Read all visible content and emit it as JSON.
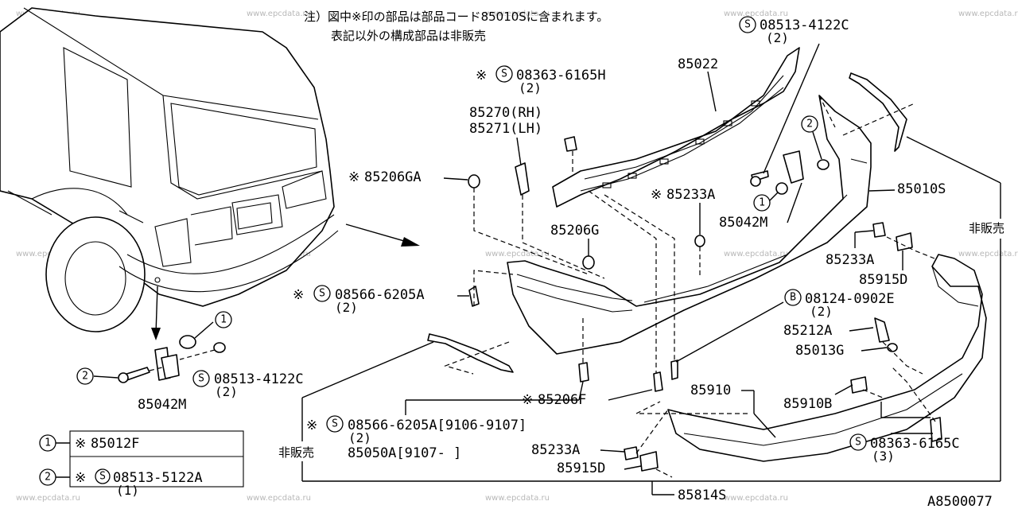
{
  "watermark": "www.epcdata.ru",
  "notes": {
    "line1": "注）図中※印の部品は部品コード85010Sに含まれます。",
    "line2": "表記以外の構成部品は非販売"
  },
  "symbols": {
    "star": "※",
    "s": "S",
    "b": "B",
    "one": "1",
    "two": "2"
  },
  "labels": {
    "p08513_4122C_top": "08513-4122C",
    "p08513_4122C_top_qty": "(2)",
    "p08363_6165H": "08363-6165H",
    "p08363_6165H_qty": "(2)",
    "p85022": "85022",
    "p85270": "85270(RH)",
    "p85271": "85271(LH)",
    "p85206GA": "85206GA",
    "p85233A_top": "85233A",
    "p85010S": "85010S",
    "p85042M_right": "85042M",
    "p85206G": "85206G",
    "p85233A_mid": "85233A",
    "p85915D_mid": "85915D",
    "hibaibai_right": "非販売",
    "p08566_6205A_top": "08566-6205A",
    "p08566_6205A_top_qty": "(2)",
    "p08124_0902E": "08124-0902E",
    "p08124_0902E_qty": "(2)",
    "p85212A": "85212A",
    "p85013G": "85013G",
    "p85910": "85910",
    "p85910B": "85910B",
    "p85206F": "85206F",
    "p08566_6205A_bot": "08566-6205A[9106-9107]",
    "p08566_6205A_bot_qty": "(2)",
    "p85050A": "85050A[9107-  ]",
    "hibaibai_left": "非販売",
    "p85233A_bot": "85233A",
    "p85915D_bot": "85915D",
    "p08363_6165C": "08363-6165C",
    "p08363_6165C_qty": "(3)",
    "p85814S": "85814S",
    "p08513_4122C_left": "08513-4122C",
    "p08513_4122C_left_qty": "(2)",
    "p85042M_left": "85042M",
    "diagram_code": "A8500077"
  },
  "legend": {
    "row1_part": "85012F",
    "row2_part": "08513-5122A",
    "row2_qty": "(1)"
  }
}
